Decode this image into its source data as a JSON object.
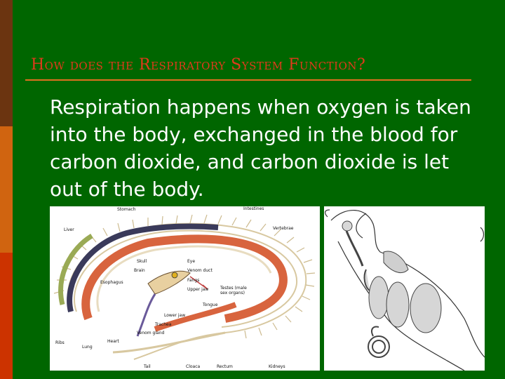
{
  "slide": {
    "title": "How does the Respiratory System Function?",
    "body": "Respiration happens when oxygen is taken into the body, exchanged in the blood for carbon dioxide, and carbon dioxide is let out of the body."
  },
  "snake_figure": {
    "labels": {
      "stomach": "Stomach",
      "intestines": "Intestines",
      "liver": "Liver",
      "vertebrae": "Vertebrae",
      "skull": "Skull",
      "eye": "Eye",
      "brain": "Brain",
      "venom_duct": "Venom duct",
      "fangs": "Fangs",
      "upper_jaw": "Upper jaw",
      "esophagus": "Esophagus",
      "testes": "Testes (male",
      "testes2": "sex organs)",
      "tongue": "Tongue",
      "lower_jaw": "Lower jaw",
      "trachea": "Trachea",
      "venom_gland": "Venom gland",
      "heart": "Heart",
      "ribs": "Ribs",
      "lung": "Lung",
      "tail": "Tail",
      "cloaca": "Cloaca",
      "rectum": "Rectum",
      "kidneys": "Kidneys"
    }
  },
  "colors": {
    "background": "#006600",
    "title": "#e03a1c",
    "rule": "#e07020",
    "sidebar_top": "#6b3410",
    "sidebar_mid": "#d06410",
    "sidebar_bottom": "#cc3300"
  }
}
